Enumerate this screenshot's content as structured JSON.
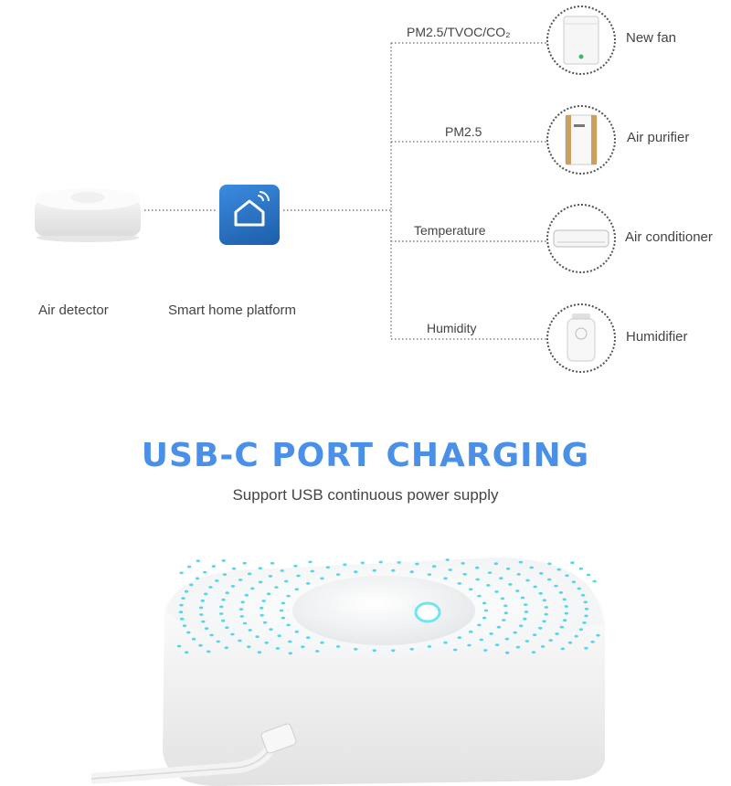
{
  "diagram": {
    "source_label": "Air detector",
    "platform_label": "Smart home platform",
    "branches": [
      {
        "sensor": "PM2.5/TVOC/CO₂",
        "device": "New fan",
        "icon": "fan-unit-icon"
      },
      {
        "sensor": "PM2.5",
        "device": "Air purifier",
        "icon": "air-purifier-icon"
      },
      {
        "sensor": "Temperature",
        "device": "Air conditioner",
        "icon": "air-conditioner-icon"
      },
      {
        "sensor": "Humidity",
        "device": "Humidifier",
        "icon": "humidifier-icon"
      }
    ]
  },
  "promo": {
    "headline": "USB-C PORT CHARGING",
    "subheadline": "Support USB continuous power supply"
  },
  "colors": {
    "headline": "#4a90e8",
    "app_icon_gradient_start": "#3b8be0",
    "app_icon_gradient_end": "#1d5ea8",
    "led_dots": "#3ccfe8"
  }
}
